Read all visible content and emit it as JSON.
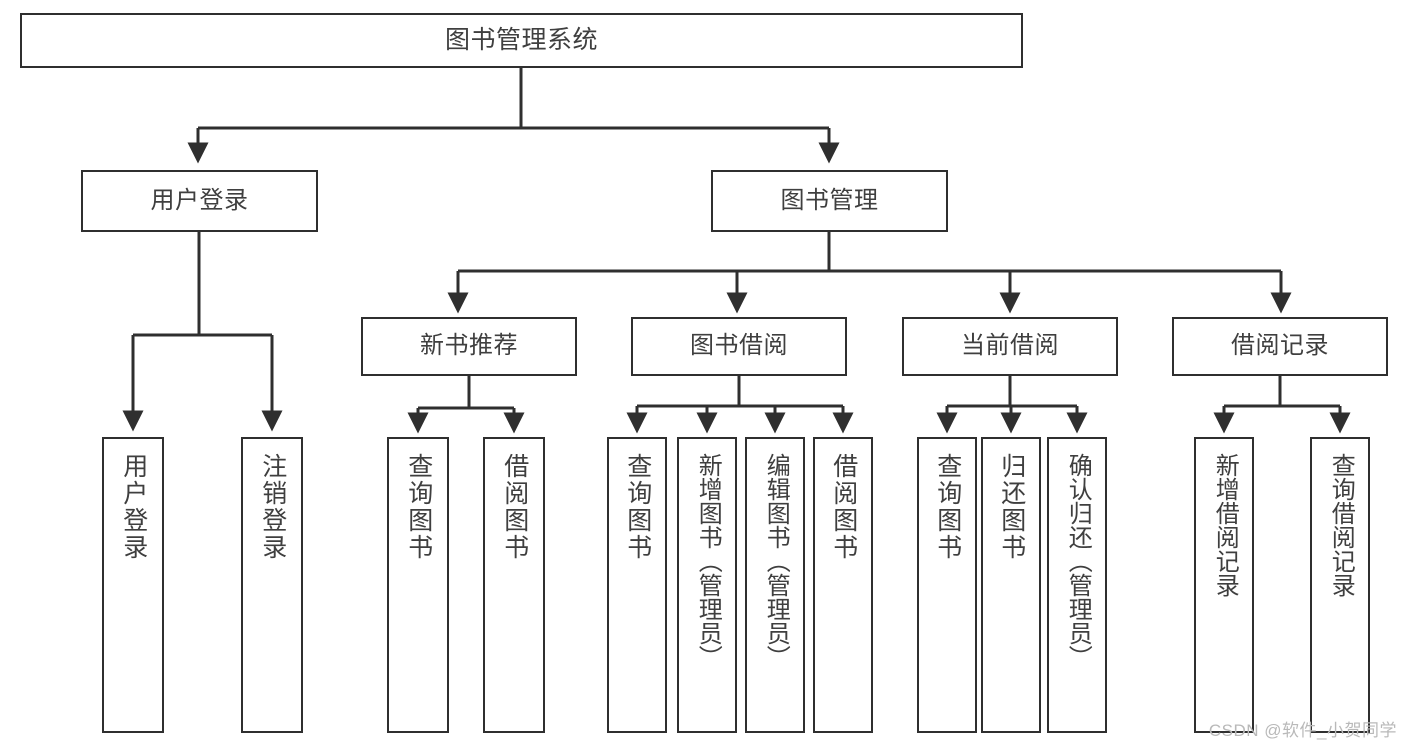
{
  "diagram": {
    "title": "图书管理系统",
    "type": "tree",
    "root": {
      "label": "图书管理系统"
    },
    "level1": [
      {
        "label": "用户登录"
      },
      {
        "label": "图书管理"
      }
    ],
    "level2": [
      {
        "label": "新书推荐"
      },
      {
        "label": "图书借阅"
      },
      {
        "label": "当前借阅"
      },
      {
        "label": "借阅记录"
      }
    ],
    "leaves": {
      "user_login": [
        {
          "label": "用户登录"
        },
        {
          "label": "注销登录"
        }
      ],
      "new_book": [
        {
          "label": "查询图书"
        },
        {
          "label": "借阅图书"
        }
      ],
      "book_borrow": [
        {
          "label": "查询图书"
        },
        {
          "label": "新增图书（管理员）"
        },
        {
          "label": "编辑图书（管理员）"
        },
        {
          "label": "借阅图书"
        }
      ],
      "current_borrow": [
        {
          "label": "查询图书"
        },
        {
          "label": "归还图书"
        },
        {
          "label": "确认归还（管理员）"
        }
      ],
      "borrow_record": [
        {
          "label": "新增借阅记录"
        },
        {
          "label": "查询借阅记录"
        }
      ]
    }
  },
  "watermark": {
    "text": "CSDN @软件_小贺同学"
  },
  "colors": {
    "border": "#2f2f2f",
    "text": "#3f3f3f",
    "background": "#ffffff",
    "edge": "#2f2f2f",
    "watermark": "#b9b9b9"
  }
}
